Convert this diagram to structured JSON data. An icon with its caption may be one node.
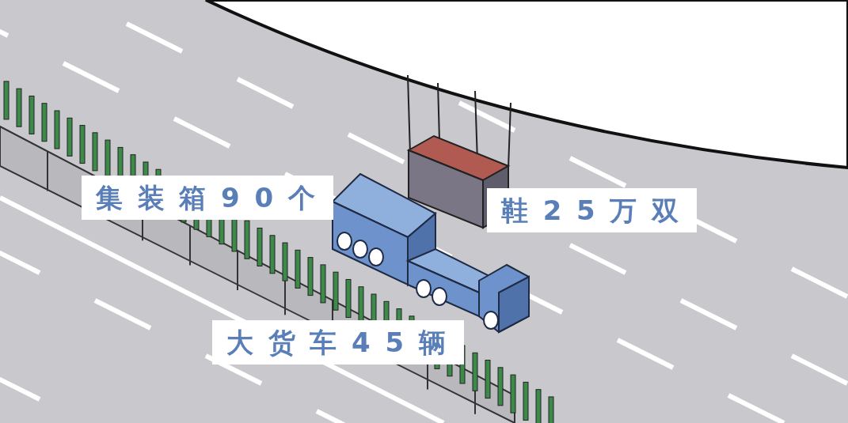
{
  "diagram": {
    "labels": [
      "集装箱90个",
      "鞋25万双",
      "大货车45辆"
    ]
  }
}
